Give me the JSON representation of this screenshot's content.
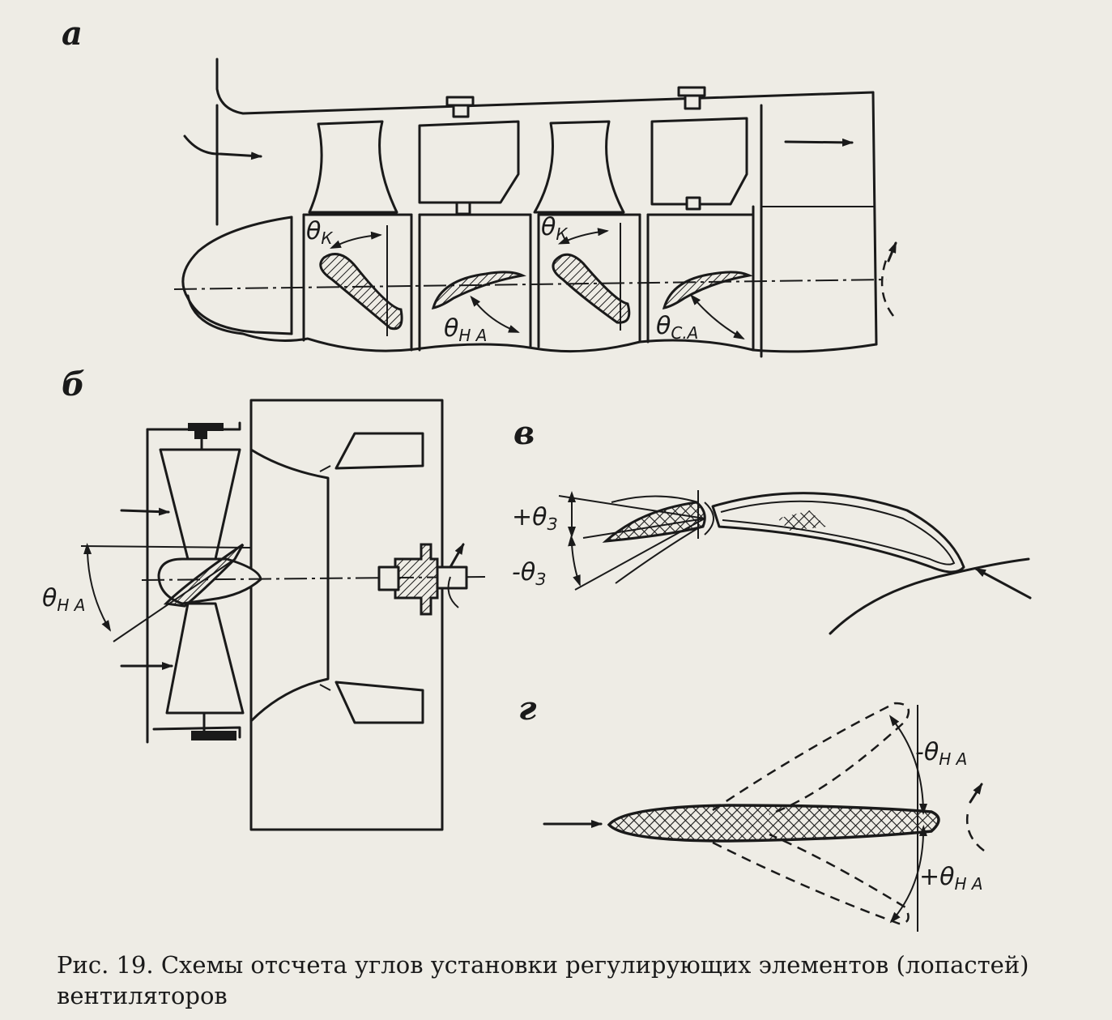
{
  "panels": {
    "a": "а",
    "b": "б",
    "v": "в",
    "g": "г"
  },
  "labels": {
    "theta": "θ",
    "k": "К",
    "na": "Н А",
    "ca": "С.А",
    "plus_theta": "+θ",
    "minus_theta": "-θ",
    "z": "З",
    "minus_theta_na": "-θ",
    "plus_theta_na": "+θ"
  },
  "caption": "Рис. 19. Схемы отсчета углов установки регулирующих элементов (лопастей) вентиляторов"
}
